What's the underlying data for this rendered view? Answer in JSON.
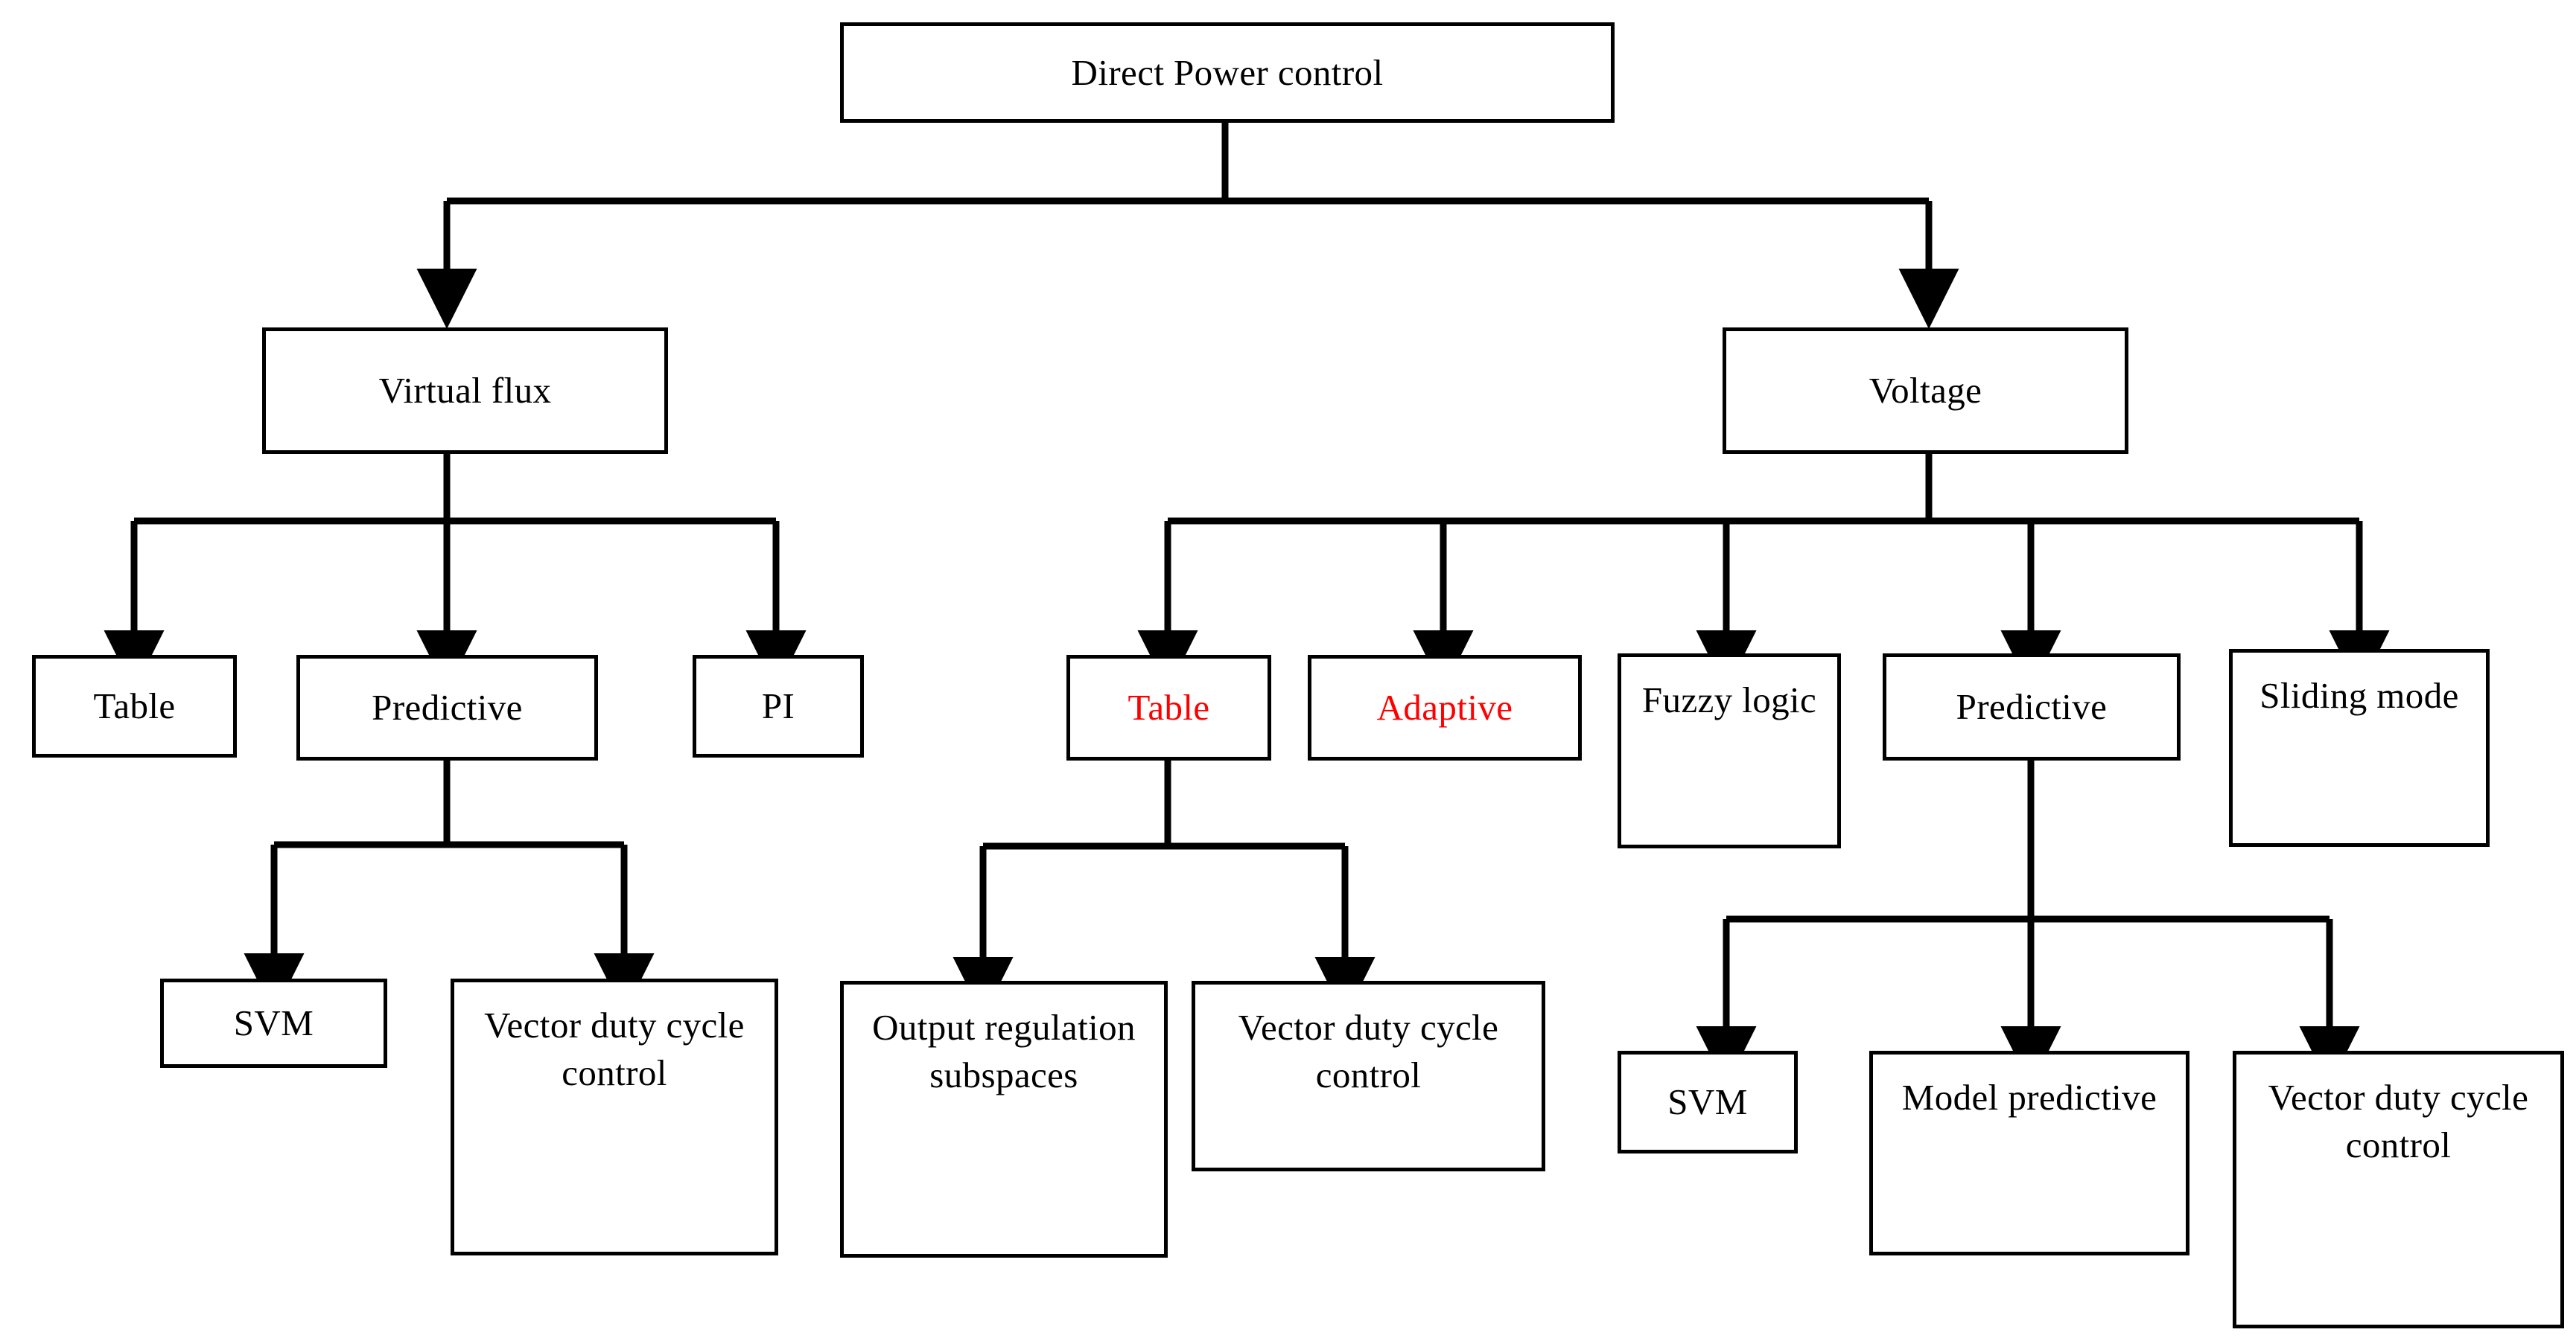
{
  "diagram": {
    "title": "Direct Power control",
    "type": "tree",
    "accent_colors": {
      "line": "#000000",
      "box_border": "#000000",
      "background": "#ffffff",
      "text": "#000000",
      "highlight_text": "#ff0000"
    },
    "nodes": {
      "root": {
        "label": "Direct Power control",
        "highlighted": false
      },
      "virtual_flux": {
        "label": "Virtual flux",
        "highlighted": false
      },
      "voltage": {
        "label": "Voltage",
        "highlighted": false
      },
      "vf_table": {
        "label": "Table",
        "highlighted": false
      },
      "vf_predictive": {
        "label": "Predictive",
        "highlighted": false
      },
      "vf_pi": {
        "label": "PI",
        "highlighted": false
      },
      "vf_svm": {
        "label": "SVM",
        "highlighted": false
      },
      "vf_vector_duty": {
        "label": "Vector duty cycle control",
        "highlighted": false
      },
      "v_table": {
        "label": "Table",
        "highlighted": true
      },
      "v_adaptive": {
        "label": "Adaptive",
        "highlighted": true
      },
      "v_fuzzy": {
        "label": "Fuzzy logic",
        "highlighted": false
      },
      "v_predictive": {
        "label": "Predictive",
        "highlighted": false
      },
      "v_sliding": {
        "label": "Sliding mode",
        "highlighted": false
      },
      "v_output_regulation": {
        "label": "Output regulation subspaces",
        "highlighted": false
      },
      "v_table_vector_duty": {
        "label": "Vector duty cycle control",
        "highlighted": false
      },
      "v_svm": {
        "label": "SVM",
        "highlighted": false
      },
      "v_model_predictive": {
        "label": "Model predictive",
        "highlighted": false
      },
      "v_pred_vector_duty": {
        "label": "Vector duty cycle control",
        "highlighted": false
      }
    },
    "edges": [
      {
        "from": "root",
        "to": "virtual_flux"
      },
      {
        "from": "root",
        "to": "voltage"
      },
      {
        "from": "virtual_flux",
        "to": "vf_table"
      },
      {
        "from": "virtual_flux",
        "to": "vf_predictive"
      },
      {
        "from": "virtual_flux",
        "to": "vf_pi"
      },
      {
        "from": "vf_predictive",
        "to": "vf_svm"
      },
      {
        "from": "vf_predictive",
        "to": "vf_vector_duty"
      },
      {
        "from": "voltage",
        "to": "v_table"
      },
      {
        "from": "voltage",
        "to": "v_adaptive"
      },
      {
        "from": "voltage",
        "to": "v_fuzzy"
      },
      {
        "from": "voltage",
        "to": "v_predictive"
      },
      {
        "from": "voltage",
        "to": "v_sliding"
      },
      {
        "from": "v_table",
        "to": "v_output_regulation"
      },
      {
        "from": "v_table",
        "to": "v_table_vector_duty"
      },
      {
        "from": "v_predictive",
        "to": "v_svm"
      },
      {
        "from": "v_predictive",
        "to": "v_model_predictive"
      },
      {
        "from": "v_predictive",
        "to": "v_pred_vector_duty"
      }
    ]
  }
}
